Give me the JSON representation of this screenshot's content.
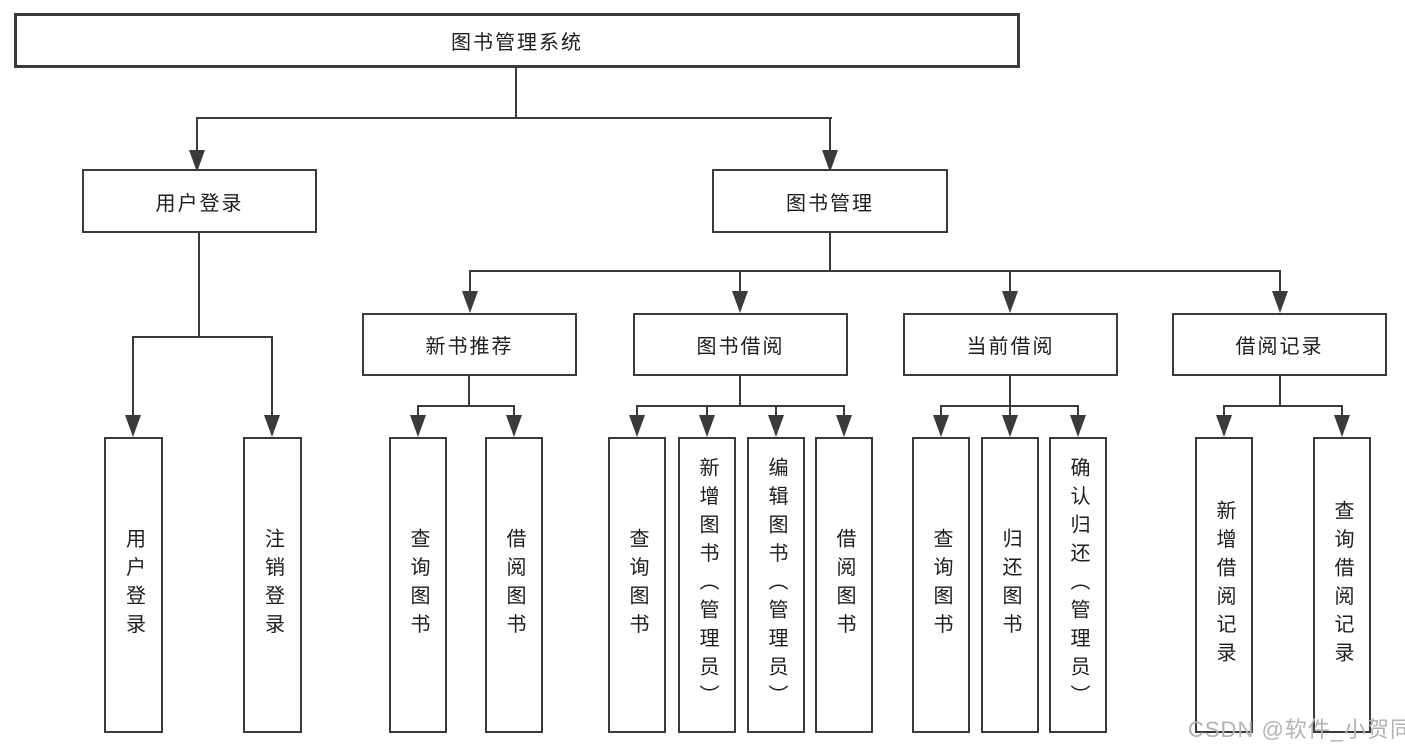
{
  "diagram": {
    "root": {
      "label": "图书管理系统"
    },
    "user_branch": {
      "label": "用户登录",
      "children": [
        "用户登录",
        "注销登录"
      ]
    },
    "mgmt_branch": {
      "label": "图书管理",
      "groups": [
        {
          "label": "新书推荐",
          "children": [
            "查询图书",
            "借阅图书"
          ]
        },
        {
          "label": "图书借阅",
          "children": [
            "查询图书",
            "新增图书（管理员）",
            "编辑图书（管理员）",
            "借阅图书"
          ]
        },
        {
          "label": "当前借阅",
          "children": [
            "查询图书",
            "归还图书",
            "确认归还（管理员）"
          ]
        },
        {
          "label": "借阅记录",
          "children": [
            "新增借阅记录",
            "查询借阅记录"
          ]
        }
      ]
    },
    "watermark": "CSDN @软件_小贺同学",
    "colors": {
      "line": "#3a3a3a",
      "text": "#1d1d1d",
      "watermark": "#b3b3b3",
      "background": "#ffffff"
    }
  }
}
